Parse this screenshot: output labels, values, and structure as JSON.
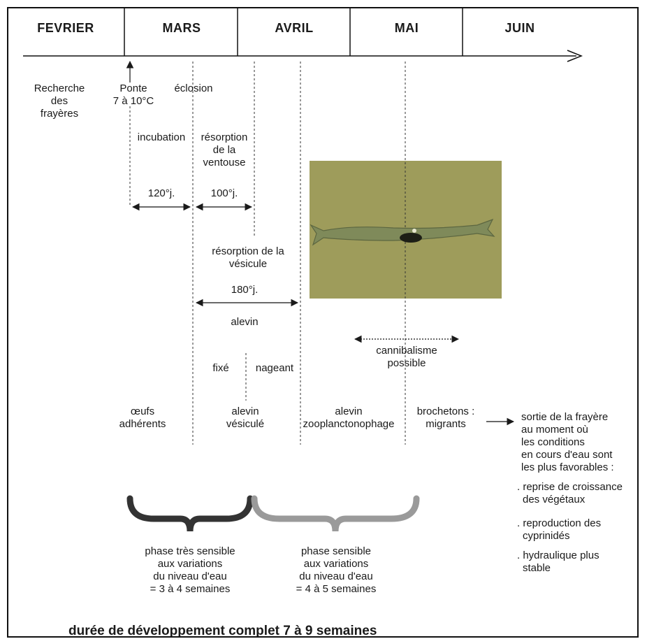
{
  "months": [
    "FEVRIER",
    "MARS",
    "AVRIL",
    "MAI",
    "JUIN"
  ],
  "events": {
    "recherche": [
      "Recherche",
      "des",
      "frayères"
    ],
    "ponte": [
      "Ponte",
      "7 à 10°C"
    ],
    "eclosion": "éclosion",
    "incubation": "incubation",
    "resorption_ventouse": [
      "résorption",
      "de la",
      "ventouse"
    ],
    "d120": "120°j.",
    "d100": "100°j.",
    "resorption_vesicule": [
      "résorption de la",
      "vésicule"
    ],
    "d180": "180°j.",
    "alevin": "alevin",
    "cannibalisme": [
      "cannibalisme",
      "possible"
    ],
    "fixe": "fixé",
    "nageant": "nageant"
  },
  "stages": {
    "oeufs": [
      "œufs",
      "adhérents"
    ],
    "vesicule": [
      "alevin",
      "vésiculé"
    ],
    "zoo": [
      "alevin",
      "zooplanctonophage"
    ],
    "brochetons": [
      "brochetons :",
      "migrants"
    ]
  },
  "exit_note": {
    "lines": [
      "sortie de la frayère",
      "au moment où",
      "les conditions",
      "en cours d'eau sont",
      "les plus favorables :"
    ],
    "items": [
      [
        "reprise de croissance",
        "des végétaux"
      ],
      [
        "reproduction des",
        "cyprinidés"
      ],
      [
        "hydraulique plus",
        "stable"
      ]
    ]
  },
  "phases": {
    "very_sensitive": [
      "phase très sensible",
      "aux variations",
      "du niveau d'eau",
      "= 3 à 4 semaines"
    ],
    "sensitive": [
      "phase sensible",
      "aux variations",
      "du niveau d'eau",
      "= 4 à 5 semaines"
    ]
  },
  "footer": "durée de développement complet 7 à 9 semaines",
  "photo": {
    "subject": "pike-larva-photo",
    "background": "#9e9c5b"
  }
}
